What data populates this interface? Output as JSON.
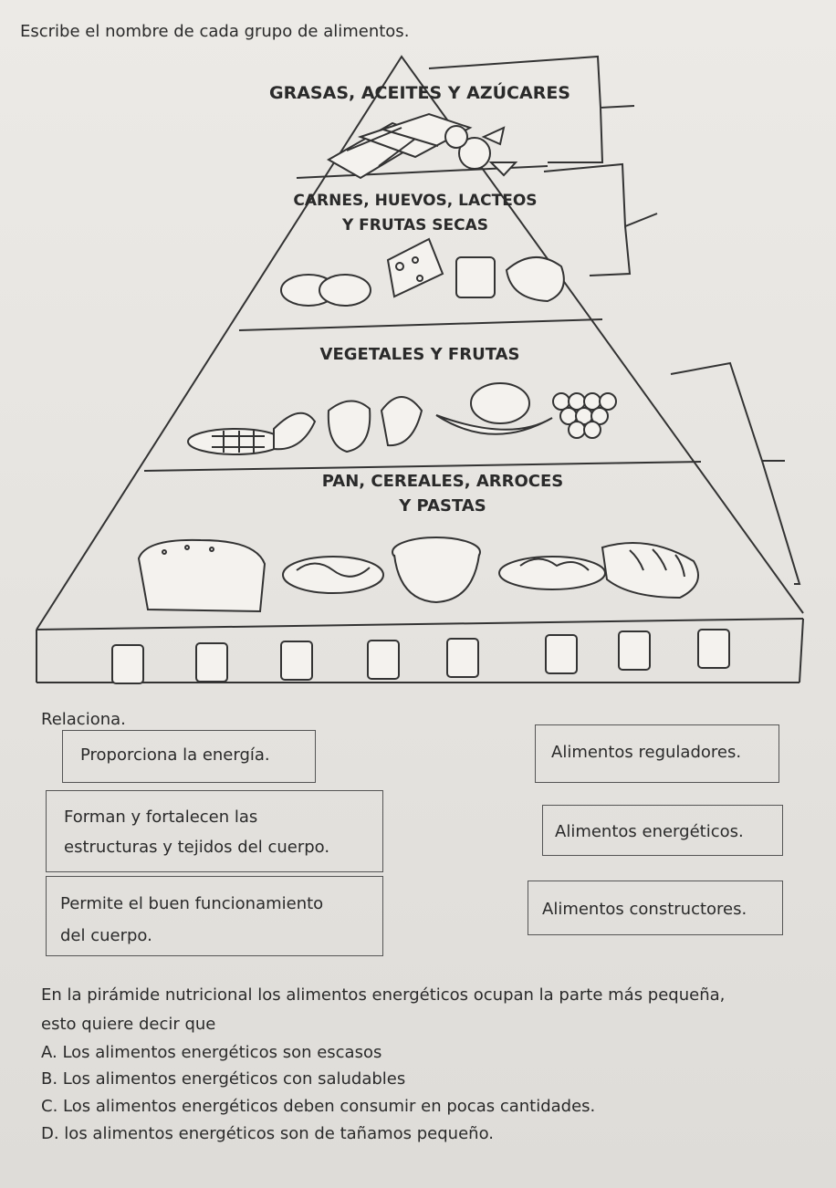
{
  "header": {
    "instruction": "Escribe el nombre de cada grupo de alimentos."
  },
  "pyramid": {
    "level1": "GRASAS, ACEITES Y AZÚCARES",
    "level2_line1": "CARNES, HUEVOS, LACTEOS",
    "level2_line2": "Y FRUTAS SECAS",
    "level3": "VEGETALES Y FRUTAS",
    "level4_line1": "PAN, CEREALES, ARROCES",
    "level4_line2": "Y PASTAS"
  },
  "relate": {
    "title": "Relaciona.",
    "left": [
      {
        "line1": "Proporciona la energía.",
        "line2": ""
      },
      {
        "line1": "Forman y fortalecen las",
        "line2": "estructuras y tejidos del cuerpo."
      },
      {
        "line1": "Permite el buen funcionamiento",
        "line2": "del cuerpo."
      }
    ],
    "right": [
      "Alimentos reguladores.",
      "Alimentos energéticos.",
      "Alimentos constructores."
    ]
  },
  "question": {
    "stem_line1": "En la pirámide nutricional los alimentos energéticos ocupan la parte más pequeña,",
    "stem_line2": "esto quiere decir que",
    "options": [
      "A. Los alimentos energéticos son escasos",
      "B. Los alimentos energéticos con saludables",
      "C. Los alimentos energéticos deben consumir en pocas cantidades.",
      "D. los alimentos energéticos son de tañamos pequeño."
    ]
  }
}
